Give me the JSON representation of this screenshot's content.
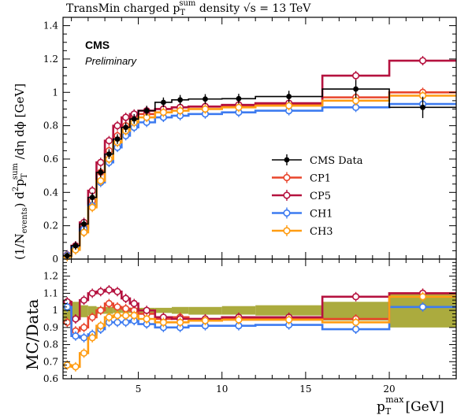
{
  "header": {
    "title_pre": "TransMin charged p",
    "title_sub": "T",
    "title_sup": "sum",
    "title_post": " density √s = 13 TeV"
  },
  "labels": {
    "experiment": "CMS",
    "status": "Preliminary",
    "xlabel_main": "p",
    "xlabel_sub": "T",
    "xlabel_sup": "max",
    "xlabel_unit": "[GeV]",
    "ylabel_top": "(1/N",
    "ylabel_top_sub": "events",
    "ylabel_top_mid": ") d",
    "ylabel_top_sup2": "2",
    "ylabel_top_p": "p",
    "ylabel_top_psub": "T",
    "ylabel_top_psup": "sum",
    "ylabel_top_end": " /dη dϕ [GeV]",
    "ylabel_bottom": "MC/Data"
  },
  "colors": {
    "data": "#000000",
    "CP1": "#e8452c",
    "CP5": "#b5123f",
    "CH1": "#3d7bf0",
    "CH3": "#ff9c12",
    "band": "#9c9c1c"
  },
  "chart_data": [
    {
      "type": "line",
      "panel": "main",
      "xlim": [
        0.5,
        24
      ],
      "ylim": [
        0,
        1.45
      ],
      "x_ticks": [
        5,
        10,
        15,
        20
      ],
      "y_ticks": [
        0,
        0.2,
        0.4,
        0.6,
        0.8,
        1,
        1.2,
        1.4
      ],
      "legend_position": "center-right",
      "bin_edges": [
        0.5,
        1,
        1.5,
        2,
        2.5,
        3,
        3.5,
        4,
        4.5,
        5,
        6,
        7,
        8,
        10,
        12,
        16,
        20,
        24
      ],
      "series": [
        {
          "name": "CMS Data",
          "values": [
            0.02,
            0.08,
            0.21,
            0.37,
            0.52,
            0.63,
            0.72,
            0.79,
            0.84,
            0.89,
            0.94,
            0.955,
            0.96,
            0.962,
            0.975,
            1.02,
            0.91
          ],
          "errors": [
            0.005,
            0.01,
            0.015,
            0.015,
            0.015,
            0.015,
            0.015,
            0.015,
            0.015,
            0.015,
            0.015,
            0.015,
            0.015,
            0.015,
            0.02,
            0.04,
            0.05
          ]
        },
        {
          "name": "CP1",
          "values": [
            0.02,
            0.07,
            0.19,
            0.35,
            0.52,
            0.65,
            0.74,
            0.8,
            0.85,
            0.87,
            0.9,
            0.91,
            0.915,
            0.92,
            0.93,
            0.97,
            1.0
          ]
        },
        {
          "name": "CP5",
          "values": [
            0.025,
            0.08,
            0.22,
            0.41,
            0.58,
            0.71,
            0.8,
            0.85,
            0.87,
            0.89,
            0.9,
            0.91,
            0.915,
            0.925,
            0.935,
            1.1,
            1.19
          ]
        },
        {
          "name": "CH1",
          "values": [
            0.022,
            0.07,
            0.18,
            0.32,
            0.46,
            0.58,
            0.67,
            0.74,
            0.79,
            0.82,
            0.85,
            0.86,
            0.87,
            0.88,
            0.89,
            0.91,
            0.93
          ]
        },
        {
          "name": "CH3",
          "values": [
            0.015,
            0.055,
            0.16,
            0.31,
            0.47,
            0.6,
            0.7,
            0.77,
            0.82,
            0.85,
            0.88,
            0.89,
            0.9,
            0.91,
            0.92,
            0.95,
            0.98
          ]
        }
      ]
    },
    {
      "type": "line",
      "panel": "ratio",
      "xlim": [
        0.5,
        24
      ],
      "ylim": [
        0.6,
        1.3
      ],
      "x_ticks": [
        5,
        10,
        15,
        20
      ],
      "y_ticks": [
        0.6,
        0.7,
        0.8,
        0.9,
        1,
        1.1,
        1.2
      ],
      "bin_edges": [
        0.5,
        1,
        1.5,
        2,
        2.5,
        3,
        3.5,
        4,
        4.5,
        5,
        6,
        7,
        8,
        10,
        12,
        16,
        20,
        24
      ],
      "band": {
        "lo": [
          0.92,
          0.94,
          0.96,
          0.97,
          0.98,
          0.98,
          0.985,
          0.985,
          0.985,
          0.985,
          0.985,
          0.98,
          0.975,
          0.975,
          0.97,
          0.94,
          0.9
        ],
        "hi": [
          1.06,
          1.05,
          1.03,
          1.025,
          1.02,
          1.02,
          1.015,
          1.015,
          1.015,
          1.015,
          1.015,
          1.02,
          1.02,
          1.025,
          1.03,
          1.05,
          1.1
        ]
      },
      "series": [
        {
          "name": "CP1",
          "values": [
            0.93,
            0.88,
            0.9,
            0.96,
            1.0,
            1.04,
            1.02,
            1.01,
            1.0,
            0.98,
            0.95,
            0.96,
            0.95,
            0.955,
            0.955,
            0.95,
            1.1
          ]
        },
        {
          "name": "CP5",
          "values": [
            1.05,
            0.95,
            1.06,
            1.1,
            1.11,
            1.12,
            1.11,
            1.07,
            1.04,
            1.0,
            0.96,
            0.95,
            0.95,
            0.96,
            0.96,
            1.08,
            1.1
          ]
        },
        {
          "name": "CH1",
          "values": [
            1.02,
            0.85,
            0.84,
            0.86,
            0.89,
            0.93,
            0.93,
            0.93,
            0.94,
            0.92,
            0.9,
            0.9,
            0.91,
            0.91,
            0.915,
            0.89,
            1.02
          ]
        },
        {
          "name": "CH3",
          "values": [
            0.68,
            0.67,
            0.75,
            0.84,
            0.91,
            0.96,
            0.97,
            0.97,
            0.97,
            0.95,
            0.93,
            0.93,
            0.94,
            0.945,
            0.945,
            0.93,
            1.08
          ]
        }
      ]
    }
  ]
}
